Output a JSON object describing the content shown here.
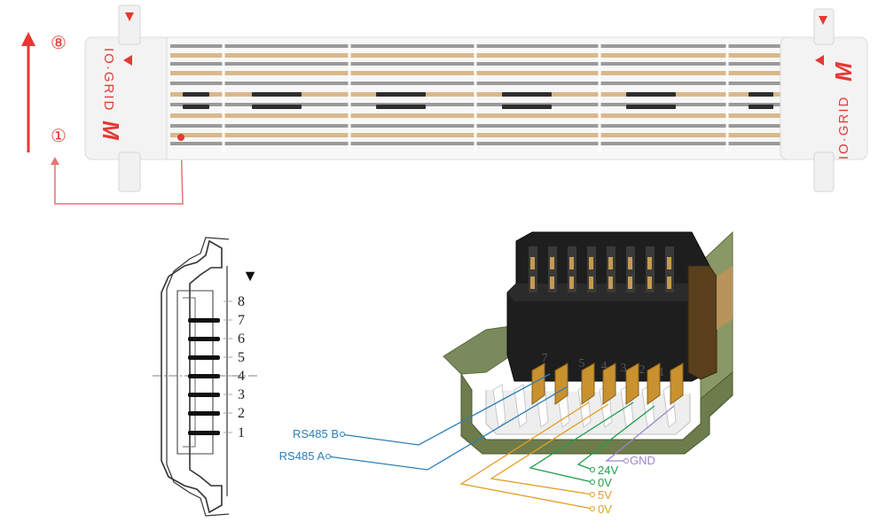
{
  "top_assembly": {
    "position_marks": [
      "⑧",
      "①"
    ],
    "logo_text": "IO·GRID",
    "logo_mark": "M",
    "accent_color": "#e53935"
  },
  "cross_section": {
    "pin_numbers": [
      "8",
      "7",
      "6",
      "5",
      "4",
      "3",
      "2",
      "1"
    ],
    "marker_symbol": "▼"
  },
  "connector_view": {
    "pin_labels": [
      "7",
      "5",
      "4",
      "3",
      "2",
      "1"
    ],
    "signals": {
      "rs485_b": "RS485 B",
      "rs485_a": "RS485 A",
      "v24": "24V",
      "gnd": "GND",
      "v0_green": "0V",
      "v5": "5V",
      "v0_orange": "0V"
    },
    "colors": {
      "blue": "#2a7fb8",
      "green": "#1e9e4a",
      "orange": "#e0a020",
      "purple": "#9a86c8"
    }
  }
}
